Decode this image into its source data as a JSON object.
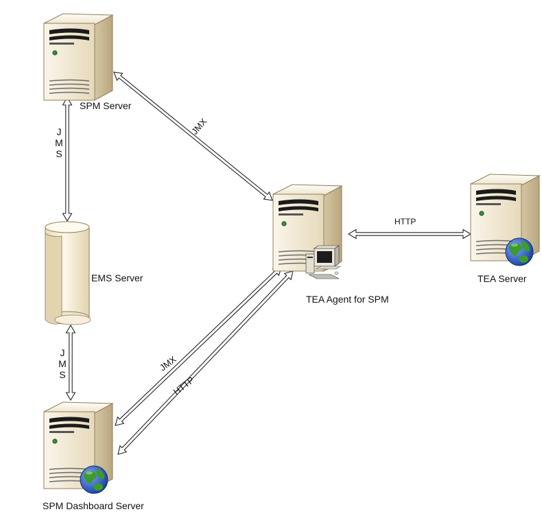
{
  "nodes": {
    "spm_server": {
      "label": "SPM Server"
    },
    "ems_server": {
      "label": "EMS Server"
    },
    "spm_dashboard_server": {
      "label": "SPM Dashboard Server"
    },
    "tea_agent": {
      "label": "TEA Agent for SPM"
    },
    "tea_server": {
      "label": "TEA Server"
    }
  },
  "connections": {
    "spm_to_ems": {
      "label": "JMS"
    },
    "ems_to_dashboard": {
      "label": "JMS"
    },
    "spm_to_agent": {
      "label": "JMX"
    },
    "dashboard_to_agent_jmx": {
      "label": "JMX"
    },
    "dashboard_to_agent_http": {
      "label": "HTTP"
    },
    "agent_to_tea": {
      "label": "HTTP"
    }
  },
  "colors": {
    "server_body": "#f3ead6",
    "server_side": "#c9b994",
    "server_dark": "#1b1b1b",
    "status_led": "#3a8a3a",
    "arrow_fill": "#ffffff",
    "arrow_stroke": "#222222",
    "ems_cylinder": "#f8efd8",
    "globe_blue": "#1f56c6",
    "globe_green": "#3c9b2c"
  }
}
